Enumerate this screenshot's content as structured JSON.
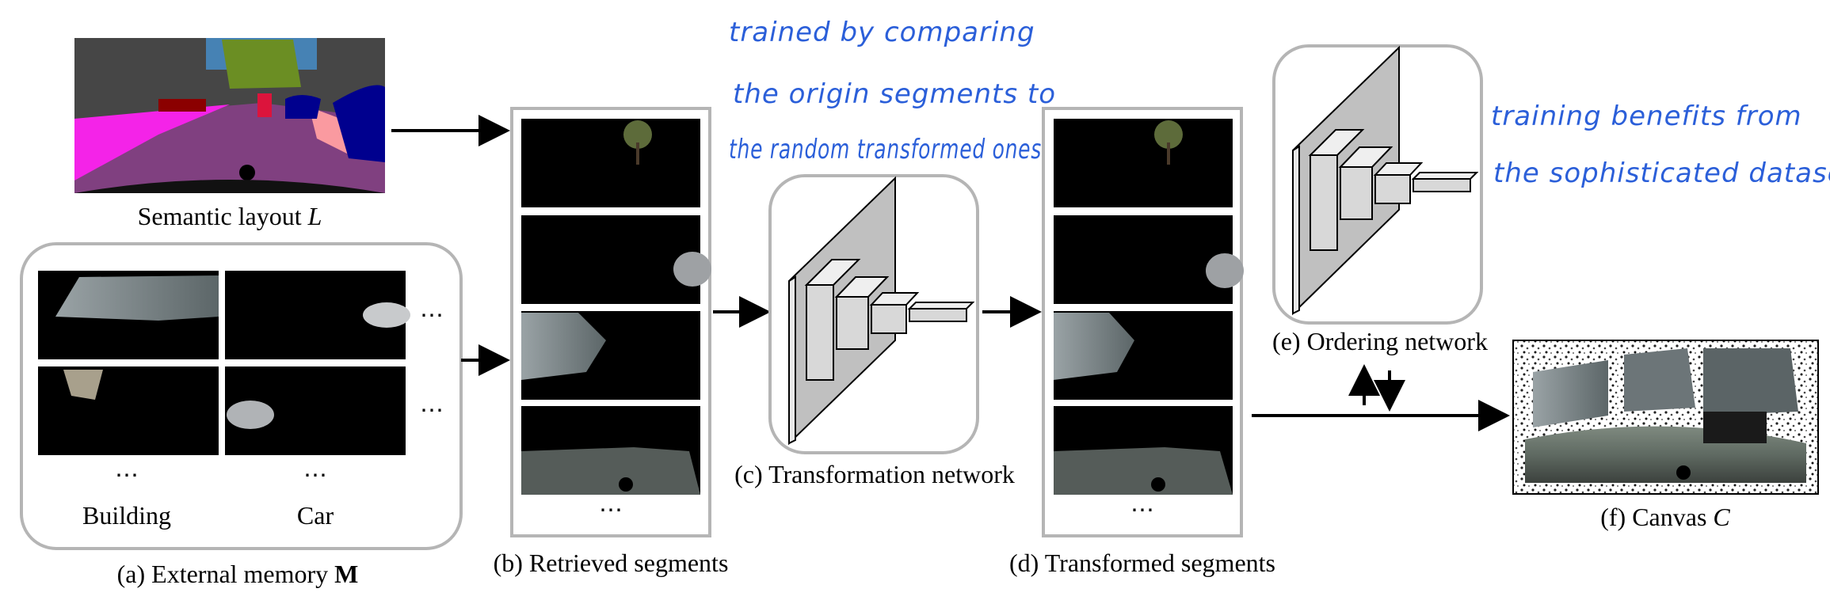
{
  "captions": {
    "semantic_layout_prefix": "Semantic layout ",
    "semantic_layout_var": "L",
    "external_memory_prefix": "(a) External memory ",
    "external_memory_var": "M",
    "retrieved_segments": "(b) Retrieved segments",
    "transformation_network": "(c) Transformation network",
    "transformed_segments": "(d) Transformed segments",
    "ordering_network": "(e) Ordering network",
    "canvas_prefix": "(f) Canvas ",
    "canvas_var": "C"
  },
  "memory_labels": {
    "building": "Building",
    "car": "Car"
  },
  "ellipsis": "⋯",
  "notes": {
    "transformation_lines": [
      "trained by comparing",
      "the origin segments to",
      "the random transformed ones"
    ],
    "ordering_lines": [
      "training benefits from",
      "the sophisticated dataset"
    ]
  },
  "colors": {
    "annotation_ink": "#2b5fd9",
    "frame_gray": "#b5b5b5",
    "segment_bg": "#000000",
    "layout_road": "#804080",
    "layout_sidewalk": "#f423e8",
    "layout_vegetation": "#6b8e23",
    "layout_car": "#00008e",
    "layout_sky": "#4682b4",
    "layout_building": "#464646"
  }
}
